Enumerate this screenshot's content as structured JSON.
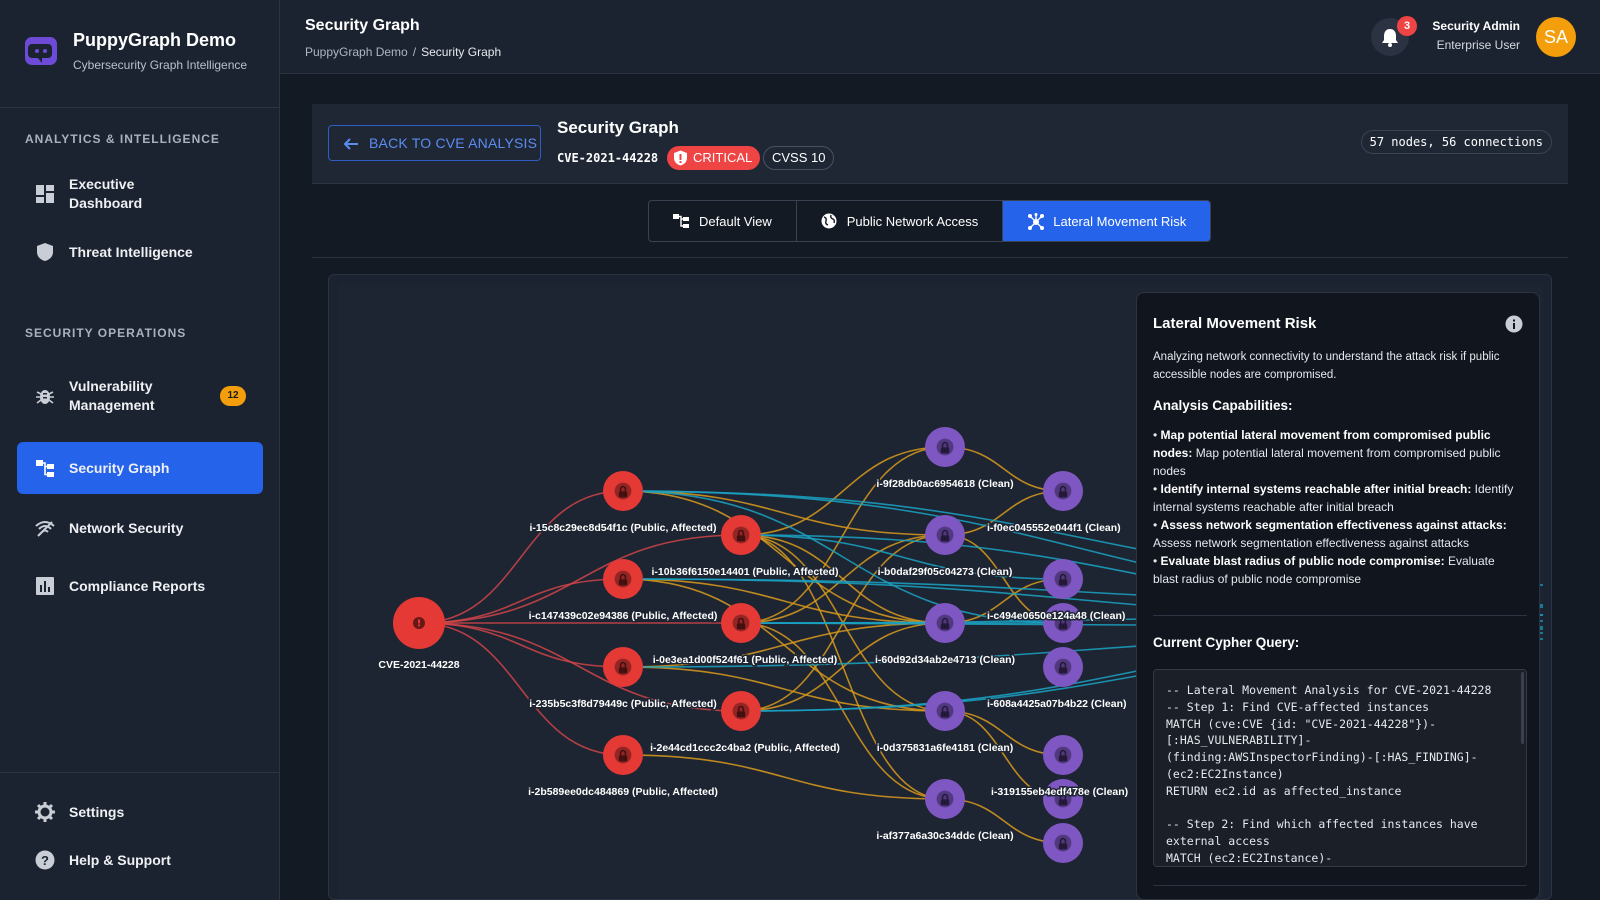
{
  "brand": {
    "name": "PuppyGraph Demo",
    "tagline": "Cybersecurity Graph Intelligence"
  },
  "sidebar": {
    "section_analytics": "ANALYTICS & INTELLIGENCE",
    "section_secops": "SECURITY OPERATIONS",
    "items": [
      {
        "label": "Executive Dashboard",
        "icon": "dashboard-icon"
      },
      {
        "label": "Threat Intelligence",
        "icon": "shield-icon"
      },
      {
        "label": "Vulnerability Management",
        "icon": "bug-icon",
        "badge": "12"
      },
      {
        "label": "Security Graph",
        "icon": "graph-icon",
        "active": true
      },
      {
        "label": "Network Security",
        "icon": "wifi-icon"
      },
      {
        "label": "Compliance Reports",
        "icon": "report-icon"
      }
    ],
    "footer": [
      {
        "label": "Settings",
        "icon": "gear-icon"
      },
      {
        "label": "Help & Support",
        "icon": "help-icon"
      }
    ]
  },
  "header": {
    "title": "Security Graph",
    "breadcrumb": [
      "PuppyGraph Demo",
      "/",
      "Security Graph"
    ],
    "notifications": "3",
    "user_name": "Security Admin",
    "user_role": "Enterprise User",
    "avatar_initials": "SA"
  },
  "panel": {
    "back_label": "BACK TO CVE ANALYSIS",
    "title": "Security Graph",
    "cve_id": "CVE-2021-44228",
    "severity": "CRITICAL",
    "cvss": "CVSS 10",
    "stats": "57 nodes, 56 connections"
  },
  "view_tabs": [
    {
      "label": "Default View",
      "icon": "tree-icon"
    },
    {
      "label": "Public Network Access",
      "icon": "globe-icon"
    },
    {
      "label": "Lateral Movement Risk",
      "icon": "hub-icon",
      "active": true
    }
  ],
  "info_panel": {
    "title": "Lateral Movement Risk",
    "description": "Analyzing network connectivity to understand the attack risk if public accessible nodes are compromised.",
    "capabilities_heading": "Analysis Capabilities:",
    "capabilities": [
      {
        "bold": "Map potential lateral movement from compromised public nodes:",
        "text": "Map potential lateral movement from compromised public nodes"
      },
      {
        "bold": "Identify internal systems reachable after initial breach:",
        "text": "Identify internal systems reachable after initial breach"
      },
      {
        "bold": "Assess network segmentation effectiveness against attacks:",
        "text": "Assess network segmentation effectiveness against attacks"
      },
      {
        "bold": "Evaluate blast radius of public node compromise:",
        "text": "Evaluate blast radius of public node compromise"
      }
    ],
    "query_heading": "Current Cypher Query:",
    "query": "-- Lateral Movement Analysis for CVE-2021-44228\n-- Step 1: Find CVE-affected instances\nMATCH (cve:CVE {id: \"CVE-2021-44228\"})-\n[:HAS_VULNERABILITY]-\n(finding:AWSInspectorFinding)-[:HAS_FINDING]-\n(ec2:EC2Instance)\nRETURN ec2.id as affected_instance\n\n-- Step 2: Find which affected instances have\nexternal access\nMATCH (ec2:EC2Instance)-"
  },
  "graph": {
    "colors": {
      "cve": "#e53935",
      "affected": "#e53935",
      "clean": "#7e57c2",
      "edge_cve": "#d9464a",
      "edge_amber": "#d89a1c",
      "edge_teal": "#1aa3c4"
    },
    "cve": {
      "id": "cve",
      "label": "CVE-2021-44228"
    },
    "affected": [
      {
        "id": "a1",
        "label": "i-15c8c29ec8d54f1c (Public, Affected)"
      },
      {
        "id": "a2",
        "label": "i-10b36f6150e14401 (Public, Affected)"
      },
      {
        "id": "a3",
        "label": "i-c147439c02e94386 (Public, Affected)"
      },
      {
        "id": "a4",
        "label": "i-0e3ea1d00f524f61 (Public, Affected)"
      },
      {
        "id": "a5",
        "label": "i-235b5c3f8d79449c (Public, Affected)"
      },
      {
        "id": "a6",
        "label": "i-2e44cd1ccc2c4ba2 (Public, Affected)"
      },
      {
        "id": "a7",
        "label": "i-2b589ee0dc484869 (Public, Affected)"
      }
    ],
    "clean": [
      {
        "id": "c1",
        "label": "i-9f28db0ac6954618 (Clean)"
      },
      {
        "id": "c2",
        "label": "i-b0daf29f05c04273 (Clean)"
      },
      {
        "id": "c3",
        "label": "i-60d92d34ab2e4713 (Clean)"
      },
      {
        "id": "c4",
        "label": "i-0d375831a6fe4181 (Clean)"
      },
      {
        "id": "c5",
        "label": "i-af377a6a30c34ddc (Clean)"
      },
      {
        "id": "d1",
        "label": "i-f0ec045552e044f1 (Clean)"
      },
      {
        "id": "d2",
        "label": ""
      },
      {
        "id": "d3",
        "label": "i-c494e0650e124a48 (Clean)"
      },
      {
        "id": "d4",
        "label": "i-608a4425a07b4b22 (Clean)"
      },
      {
        "id": "d5",
        "label": ""
      },
      {
        "id": "d6",
        "label": "i-319155eb4edf478e (Clean)"
      },
      {
        "id": "d7",
        "label": ""
      }
    ]
  }
}
